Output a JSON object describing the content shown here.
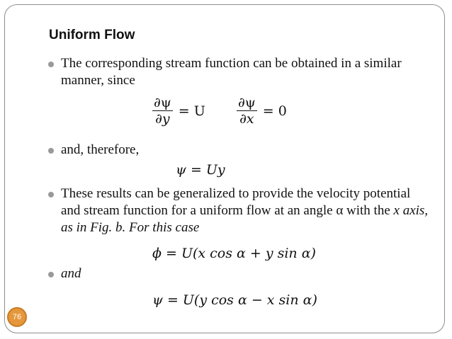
{
  "slide": {
    "title": "Uniform Flow",
    "page_number": "76"
  },
  "bullets": {
    "b1": "The corresponding stream function can be obtained in a similar manner, since",
    "b2": "and, therefore,",
    "b3_normal": "These results can be generalized to provide the velocity potential and stream function for a uniform flow at an angle α with the ",
    "b3_italic": "x axis, as in Fig. b. For this case",
    "b4": "and"
  },
  "equations": {
    "eq1_num": "∂ψ",
    "eq1_den": "∂y",
    "eq1_rhs": "= U",
    "eq2_num": "∂ψ",
    "eq2_den": "∂x",
    "eq2_rhs": "= 0",
    "eq3": "ψ = Uy",
    "eq4": "ϕ = U(x cos α + y sin α)",
    "eq5": "ψ = U(y cos α − x sin α)"
  }
}
